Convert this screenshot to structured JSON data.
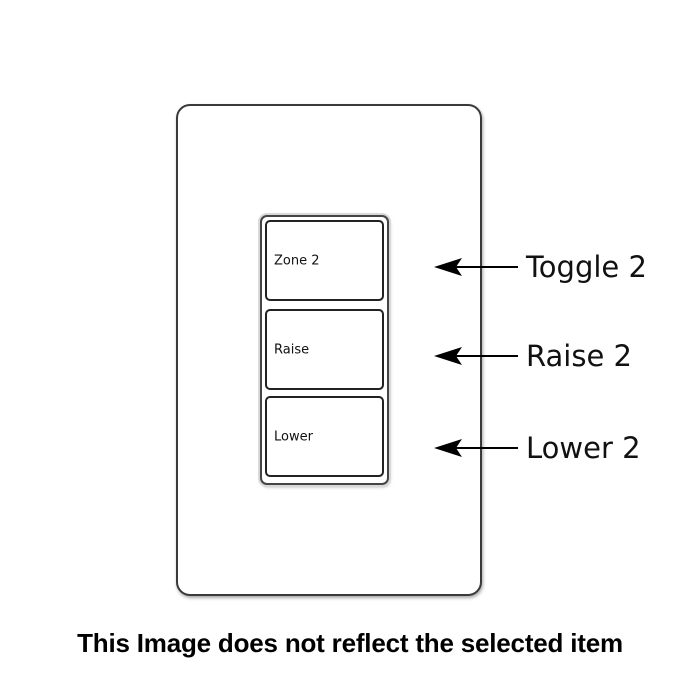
{
  "diagram": {
    "wallplate": {
      "buttons": [
        {
          "label": "Zone 2"
        },
        {
          "label": "Raise"
        },
        {
          "label": "Lower"
        }
      ]
    },
    "callouts": [
      {
        "label": "Toggle 2",
        "icon": "arrow-left-icon"
      },
      {
        "label": "Raise 2",
        "icon": "arrow-left-icon"
      },
      {
        "label": "Lower 2",
        "icon": "arrow-left-icon"
      }
    ]
  },
  "caption": "This Image does not reflect the selected item",
  "colors": {
    "outline": "#3a3a3a",
    "text": "#111111",
    "background": "#ffffff"
  }
}
